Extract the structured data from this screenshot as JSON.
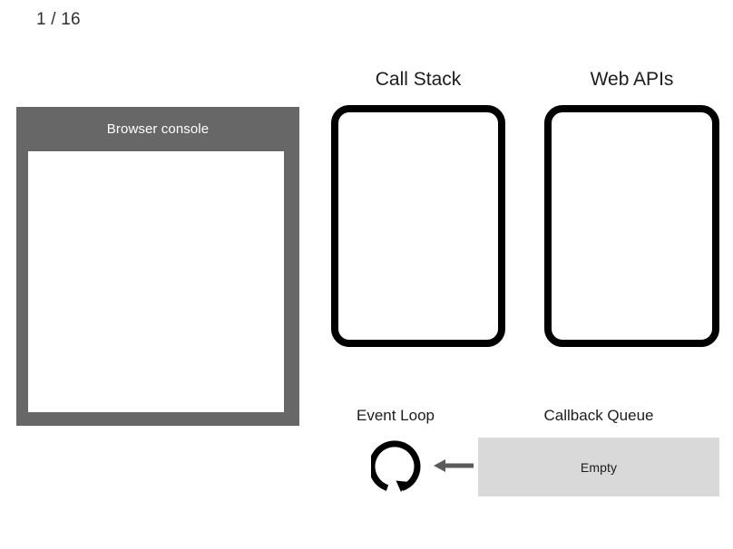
{
  "slide": {
    "counter": "1 / 16"
  },
  "console": {
    "title": "Browser console",
    "screen_content": "",
    "header_color": "#676767",
    "screen_color": "#ffffff"
  },
  "call_stack": {
    "heading": "Call Stack",
    "content": "",
    "border_color": "#000000"
  },
  "web_apis": {
    "heading": "Web APIs",
    "content": "",
    "border_color": "#000000"
  },
  "event_loop": {
    "label": "Event Loop",
    "icon": "circular-loop-arrow-icon",
    "icon_color": "#000000"
  },
  "feed_arrow": {
    "icon": "arrow-left-icon",
    "color": "#5a5a5a"
  },
  "callback_queue": {
    "label": "Callback Queue",
    "status": "Empty",
    "box_color": "#d9d9d9"
  }
}
